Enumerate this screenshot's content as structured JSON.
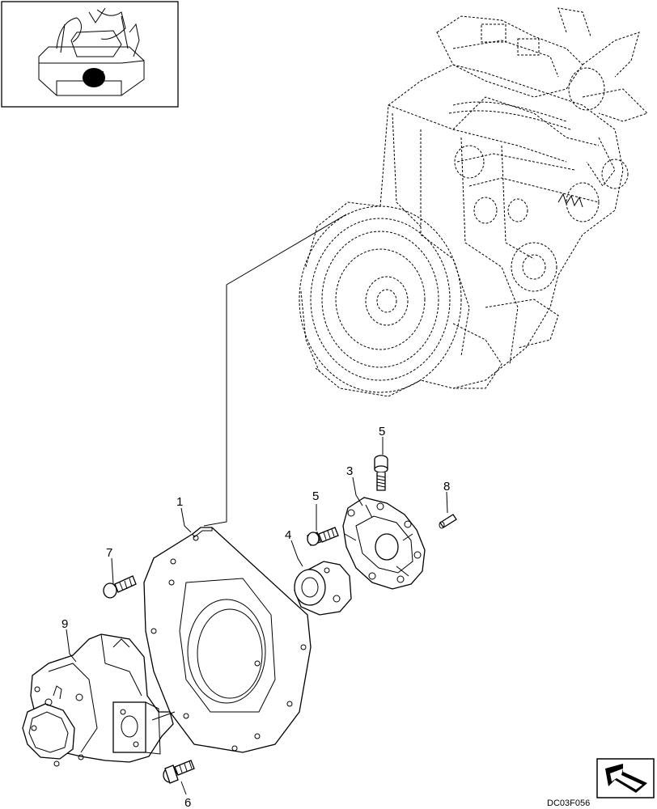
{
  "figure_code": "DC03F056",
  "callouts": {
    "c1": "1",
    "c3": "3",
    "c4": "4",
    "c5a": "5",
    "c5b": "5",
    "c6": "6",
    "c7": "7",
    "c8": "8",
    "c9": "9"
  },
  "icons": {
    "locator": "machine-locator-thumbnail",
    "nav": "next-page-arrow-icon"
  }
}
